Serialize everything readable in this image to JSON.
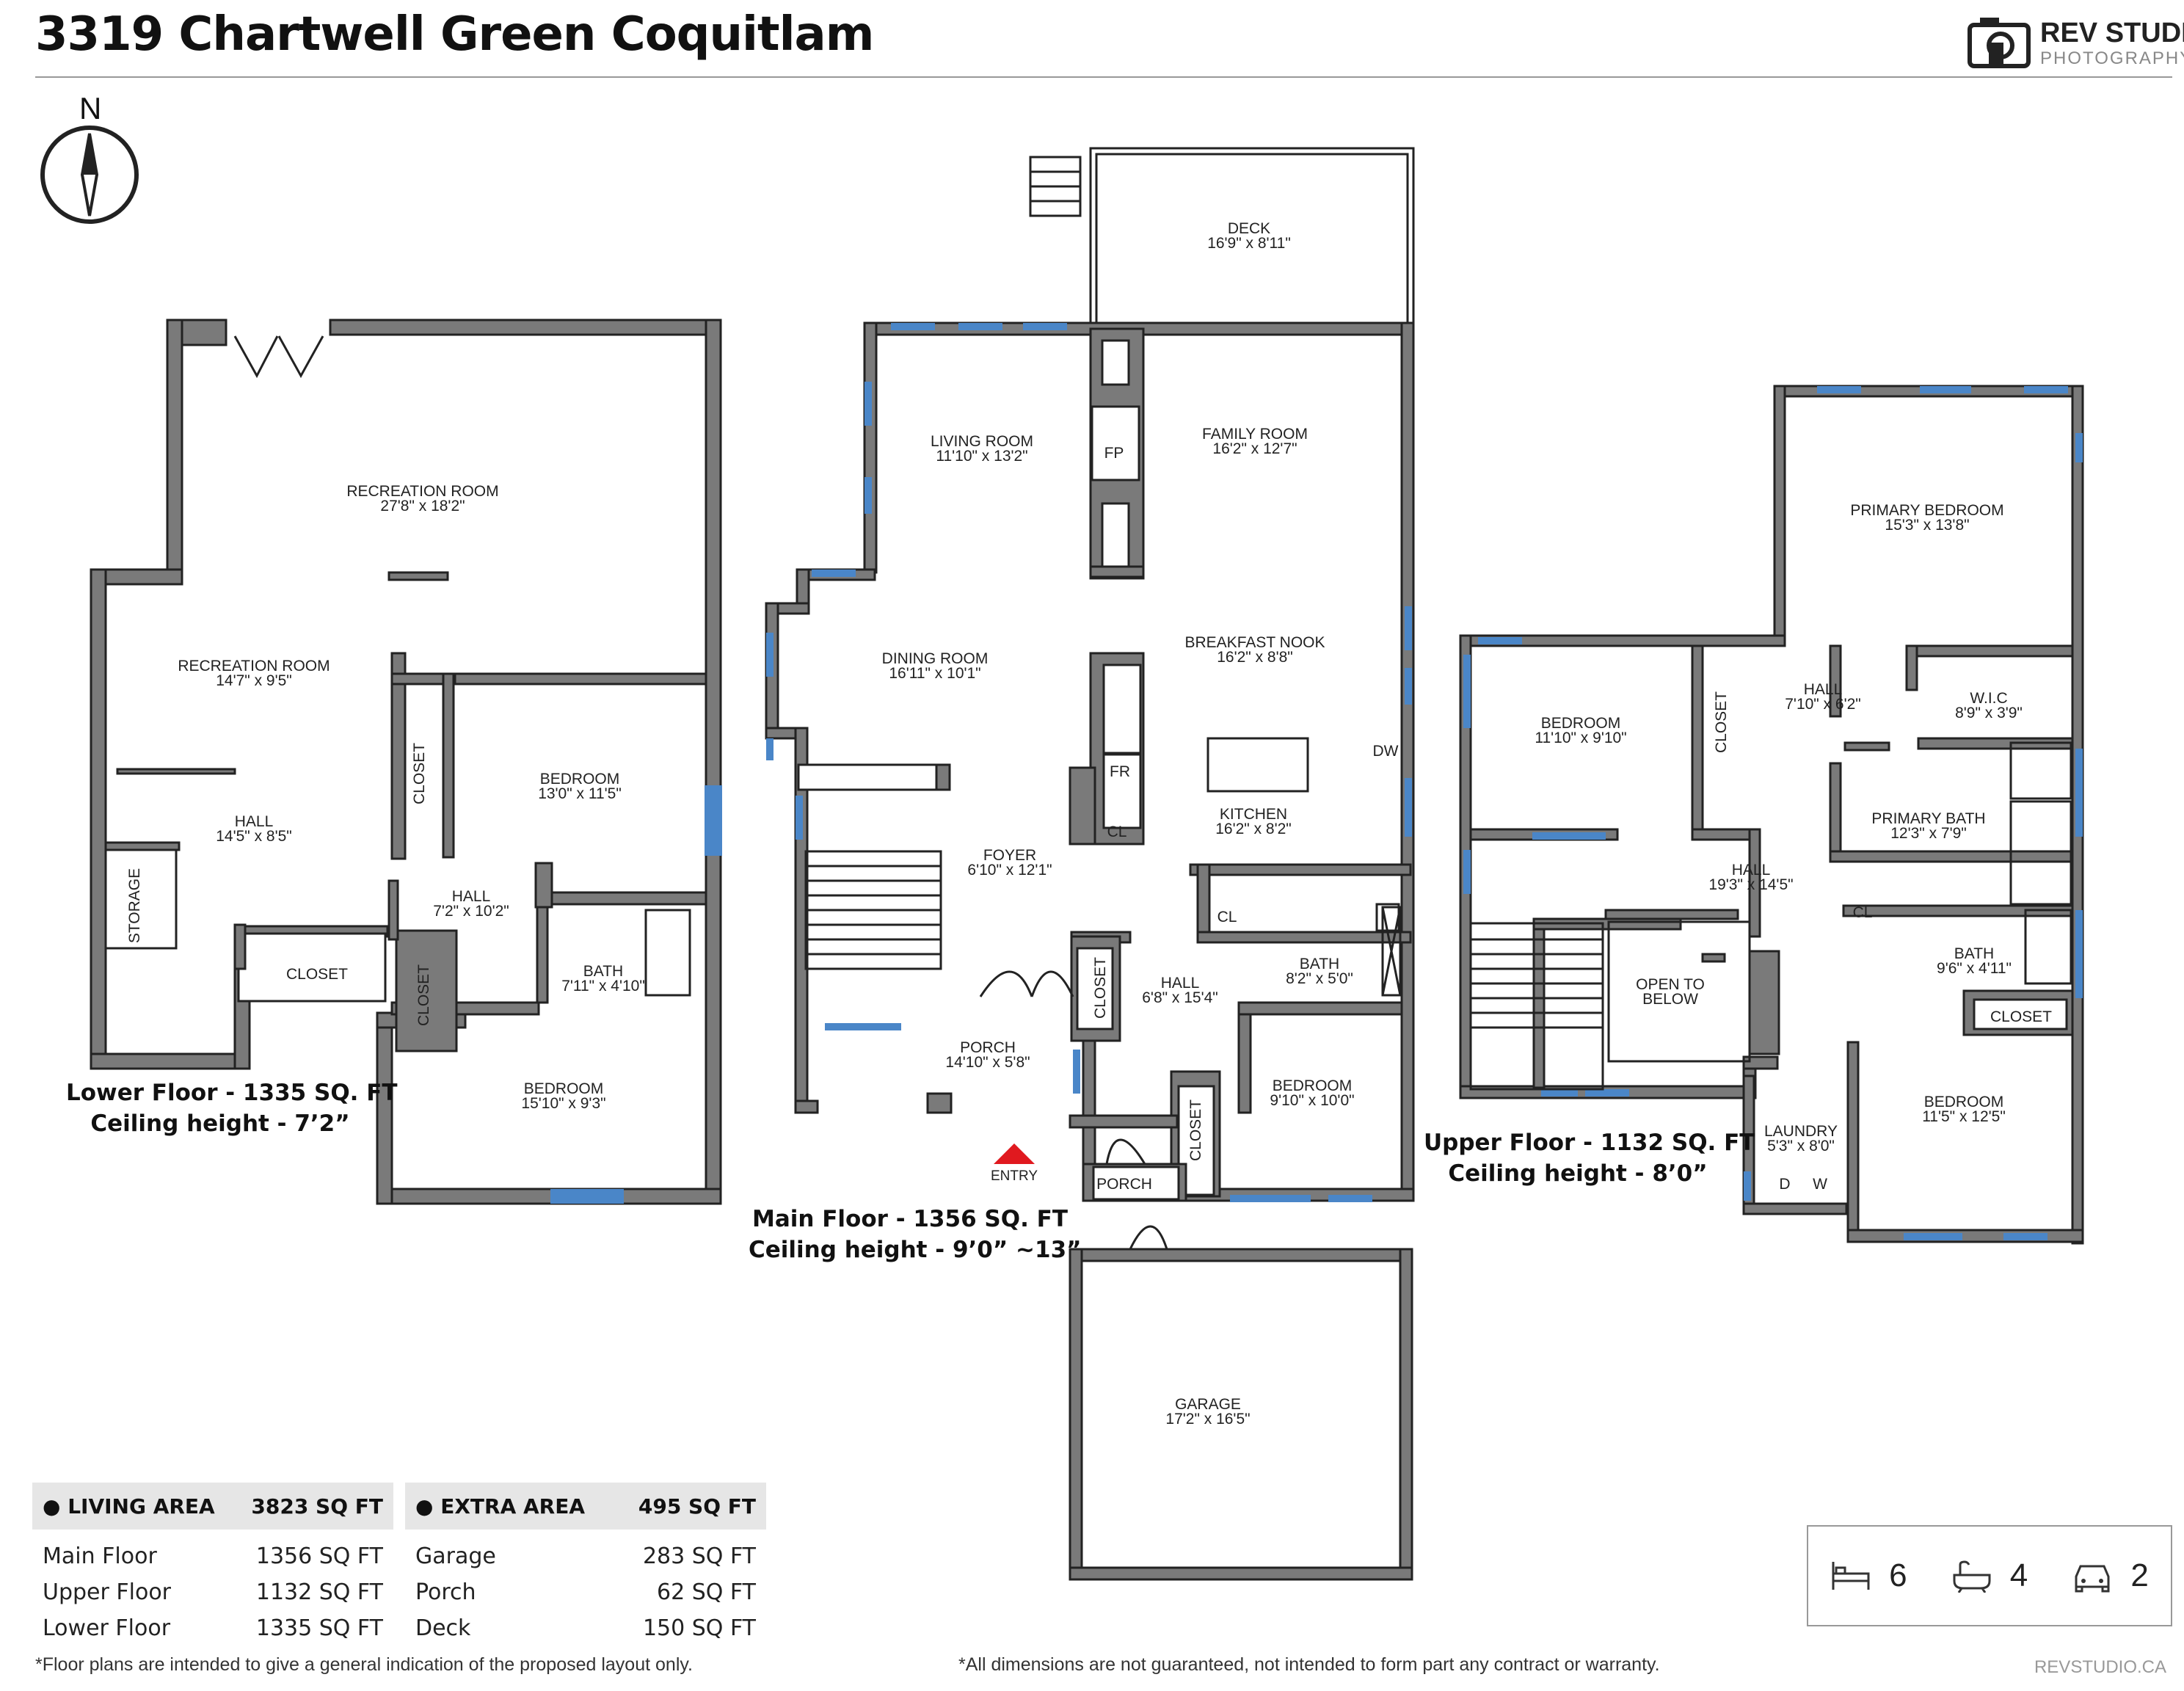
{
  "title": "3319 Chartwell Green Coquitlam",
  "brand": {
    "name": "REV STUDIO",
    "sub": "PHOTOGRAPHY",
    "site": "REVSTUDIO.CA"
  },
  "compass": {
    "label": "N"
  },
  "floors": {
    "lower": {
      "line1": "Lower Floor - 1335 SQ. FT",
      "line2": "Ceiling height - 7’2”"
    },
    "main": {
      "line1": "Main Floor - 1356 SQ. FT",
      "line2": "Ceiling height - 9’0” ~13”"
    },
    "upper": {
      "line1": "Upper Floor - 1132 SQ. FT",
      "line2": "Ceiling height - 8’0”"
    }
  },
  "rooms": {
    "lower": [
      {
        "name": "RECREATION ROOM",
        "dim": "27'8\" x 18'2\""
      },
      {
        "name": "RECREATION ROOM",
        "dim": "14'7\" x 9'5\""
      },
      {
        "name": "HALL",
        "dim": "14'5\" x 8'5\""
      },
      {
        "name": "STORAGE",
        "dim": ""
      },
      {
        "name": "CLOSET",
        "dim": ""
      },
      {
        "name": "CLOSET",
        "dim": ""
      },
      {
        "name": "CLOSET",
        "dim": ""
      },
      {
        "name": "BEDROOM",
        "dim": "13'0\" x 11'5\""
      },
      {
        "name": "HALL",
        "dim": "7'2\" x 10'2\""
      },
      {
        "name": "BATH",
        "dim": "7'11\" x 4'10\""
      },
      {
        "name": "BEDROOM",
        "dim": "15'10\" x 9'3\""
      }
    ],
    "main": [
      {
        "name": "DECK",
        "dim": "16'9\" x 8'11\""
      },
      {
        "name": "LIVING ROOM",
        "dim": "11'10\" x 13'2\""
      },
      {
        "name": "FAMILY ROOM",
        "dim": "16'2\" x 12'7\""
      },
      {
        "name": "FP",
        "dim": ""
      },
      {
        "name": "DINING ROOM",
        "dim": "16'11\" x 10'1\""
      },
      {
        "name": "BREAKFAST NOOK",
        "dim": "16'2\" x 8'8\""
      },
      {
        "name": "FR",
        "dim": ""
      },
      {
        "name": "CL",
        "dim": ""
      },
      {
        "name": "DW",
        "dim": ""
      },
      {
        "name": "KITCHEN",
        "dim": "16'2\" x 8'2\""
      },
      {
        "name": "FOYER",
        "dim": "6'10\" x 12'1\""
      },
      {
        "name": "CLOSET",
        "dim": ""
      },
      {
        "name": "HALL",
        "dim": "6'8\" x 15'4\""
      },
      {
        "name": "CL",
        "dim": ""
      },
      {
        "name": "BATH",
        "dim": "8'2\" x 5'0\""
      },
      {
        "name": "PORCH",
        "dim": "14'10\" x 5'8\""
      },
      {
        "name": "BEDROOM",
        "dim": "9'10\" x 10'0\""
      },
      {
        "name": "CLOSET",
        "dim": ""
      },
      {
        "name": "PORCH",
        "dim": ""
      },
      {
        "name": "ENTRY",
        "dim": ""
      },
      {
        "name": "GARAGE",
        "dim": "17'2\" x 16'5\""
      }
    ],
    "upper": [
      {
        "name": "PRIMARY BEDROOM",
        "dim": "15'3\" x 13'8\""
      },
      {
        "name": "BEDROOM",
        "dim": "11'10\" x 9'10\""
      },
      {
        "name": "CLOSET",
        "dim": ""
      },
      {
        "name": "HALL",
        "dim": "7'10\" x 6'2\""
      },
      {
        "name": "W.I.C",
        "dim": "8'9\" x 3'9\""
      },
      {
        "name": "PRIMARY BATH",
        "dim": "12'3\" x 7'9\""
      },
      {
        "name": "HALL",
        "dim": "19'3\" x 14'5\""
      },
      {
        "name": "OPEN TO",
        "dim": "BELOW"
      },
      {
        "name": "CL",
        "dim": ""
      },
      {
        "name": "BATH",
        "dim": "9'6\" x 4'11\""
      },
      {
        "name": "CLOSET",
        "dim": ""
      },
      {
        "name": "LAUNDRY",
        "dim": "5'3\" x 8'0\""
      },
      {
        "name": "D",
        "dim": ""
      },
      {
        "name": "W",
        "dim": ""
      },
      {
        "name": "BEDROOM",
        "dim": "11'5\" x 12'5\""
      }
    ]
  },
  "living_area": {
    "label": "LIVING AREA",
    "total": "3823 SQ FT",
    "rows": [
      {
        "label": "Main Floor",
        "value": "1356 SQ FT"
      },
      {
        "label": "Upper Floor",
        "value": "1132 SQ FT"
      },
      {
        "label": "Lower Floor",
        "value": "1335 SQ FT"
      }
    ]
  },
  "extra_area": {
    "label": "EXTRA AREA",
    "total": "495 SQ FT",
    "rows": [
      {
        "label": "Garage",
        "value": "283 SQ FT"
      },
      {
        "label": "Porch",
        "value": "62 SQ FT"
      },
      {
        "label": "Deck",
        "value": "150 SQ FT"
      }
    ]
  },
  "counts": {
    "beds": "6",
    "baths": "4",
    "garage": "2"
  },
  "icons": {
    "bed": "bed-icon",
    "bath": "bathtub-icon",
    "car": "car-icon"
  },
  "colors": {
    "wall": "#7a7a7a",
    "wall_stroke": "#222222",
    "window": "#4a86c8",
    "entry": "#e0191f"
  },
  "disclaimer_left": "*Floor plans are intended to give a general indication of the proposed layout only.",
  "disclaimer_right": "*All dimensions are not guaranteed, not intended to form part any contract or warranty."
}
